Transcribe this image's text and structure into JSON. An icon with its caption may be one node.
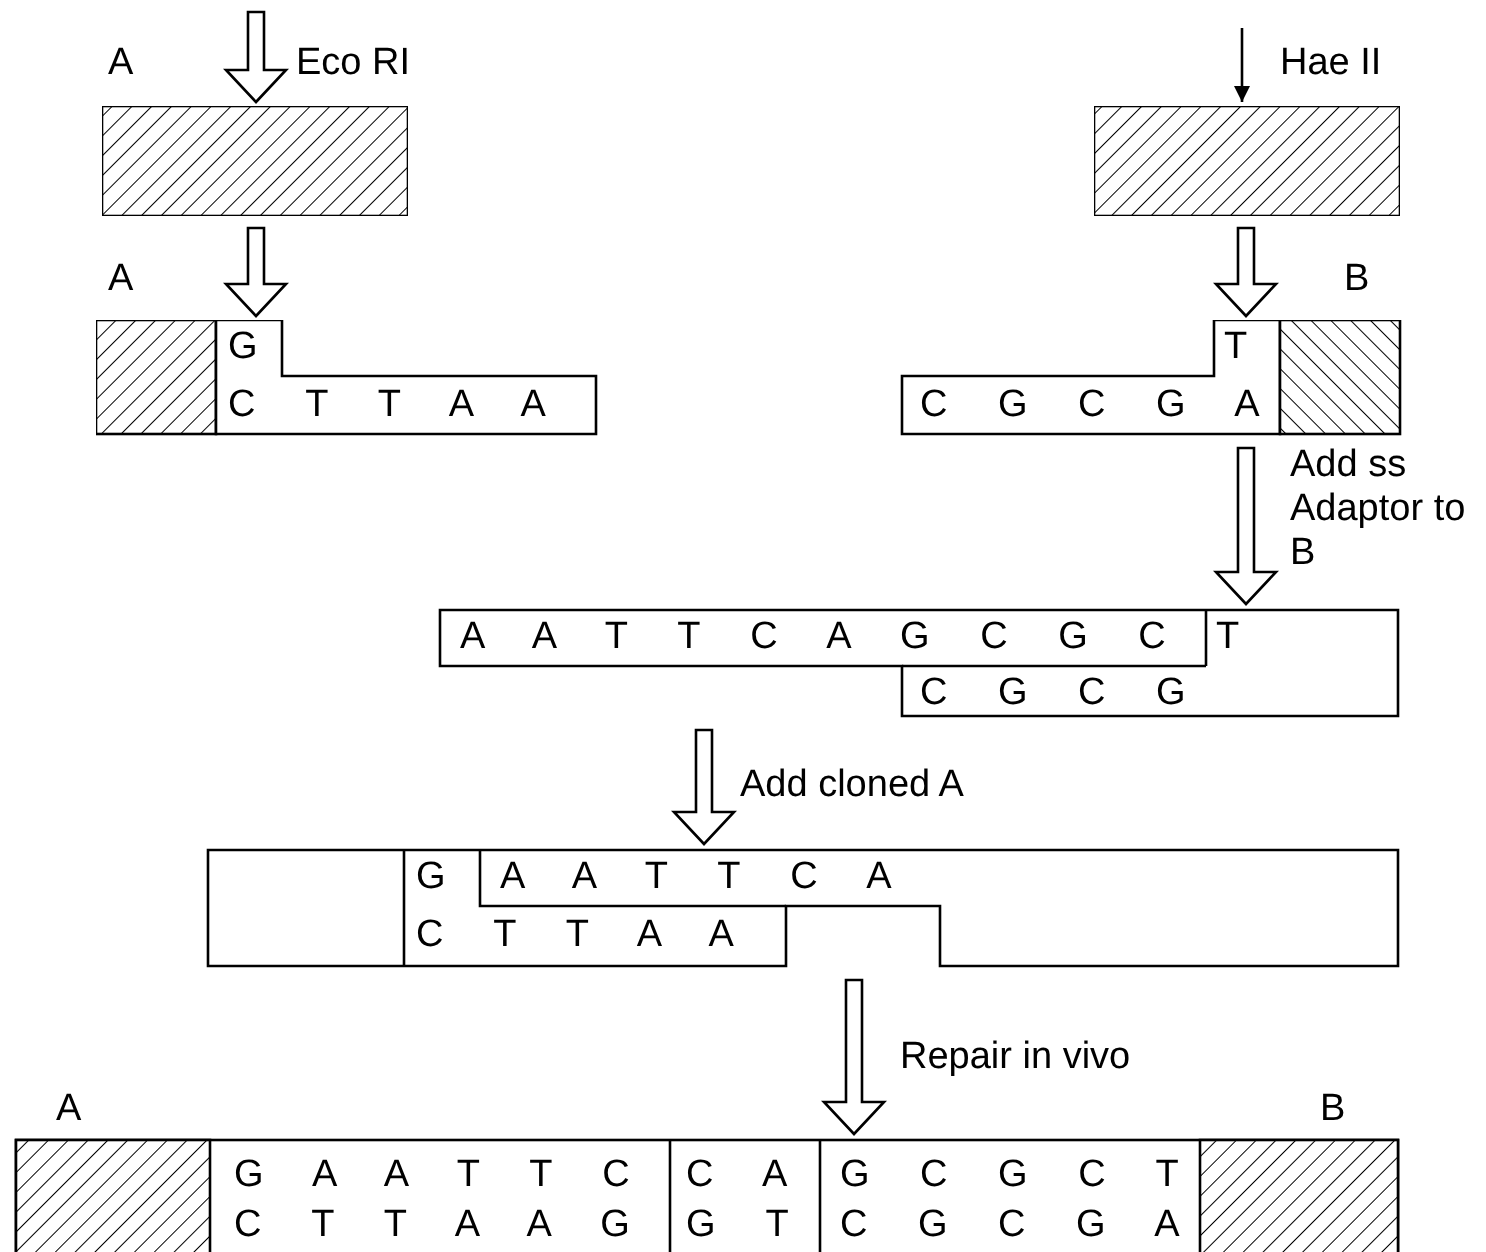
{
  "diagram": {
    "nodes": [
      {
        "text": [],
        "shape": "box",
        "beside": [
          "A"
        ]
      },
      {
        "text": [],
        "shape": "box"
      },
      {
        "text": [
          "G",
          "C T T A A"
        ],
        "beside": [
          "A"
        ]
      },
      {
        "text": [
          "T",
          "C G C G A"
        ],
        "beside": [
          "B"
        ]
      },
      {
        "text": [
          "A A T T C A G C G C",
          "T",
          "C G C G"
        ]
      },
      {
        "text": [
          "G",
          "A A T T C A",
          "C T T A A"
        ]
      },
      {
        "text": [
          "G A A T T C",
          "C T T A A G",
          "C A",
          "G T",
          "G C G C T",
          "C G C G A"
        ],
        "beside": [
          "A",
          "B"
        ]
      }
    ],
    "edges": [
      {
        "from": null,
        "to": 0,
        "arrow": "to",
        "label": "Eco RI"
      },
      {
        "from": null,
        "to": 1,
        "arrow": "to",
        "label": "Hae II"
      },
      {
        "from": 0,
        "to": 2,
        "arrow": "to"
      },
      {
        "from": 1,
        "to": 3,
        "arrow": "to"
      },
      {
        "from": 3,
        "to": 4,
        "arrow": "to",
        "label": "Add ss Adaptor to B"
      },
      {
        "from": 4,
        "to": 5,
        "arrow": "to",
        "label": "Add cloned A"
      },
      {
        "from": 5,
        "to": 6,
        "arrow": "to",
        "label": "Repair in vivo"
      }
    ]
  }
}
